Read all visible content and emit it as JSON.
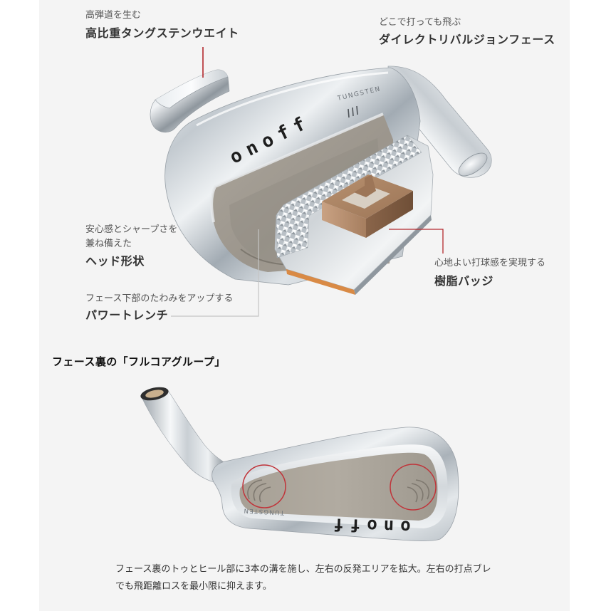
{
  "callouts": {
    "tungsten_weight": {
      "lead": "高弾道を生む",
      "title": "高比重タングステンウエイト"
    },
    "face": {
      "lead": "どこで打っても飛ぶ",
      "title": "ダイレクトリバルジョンフェース"
    },
    "head_shape": {
      "lead_lines": [
        "安心感とシャープさを",
        "兼ね備えた"
      ],
      "title": "ヘッド形状"
    },
    "power_trench": {
      "lead": "フェース下部のたわみをアップする",
      "title": "パワートレンチ"
    },
    "resin_badge": {
      "lead": "心地よい打球感を実現する",
      "title": "樹脂バッジ"
    }
  },
  "section": {
    "title": "フェース裏の「フルコアグループ」",
    "description_lines": [
      "フェース裏のトゥとヒール部に3本の溝を施し、左右の反発エリアを拡大。左右の打点ブレ",
      "でも飛距離ロスを最小限に抑えます。"
    ]
  },
  "product_markings": {
    "logo_top": "onoff",
    "engraving_top": "TUNGSTEN",
    "logo_bottom": "onoff",
    "engraving_bottom": "TUNGSTEN"
  },
  "colors": {
    "panel_background": "#f4f4f4",
    "callout_accent": "#b3282d",
    "callout_neutral": "#c4c4c4",
    "highlight_circle": "#c0343a"
  }
}
